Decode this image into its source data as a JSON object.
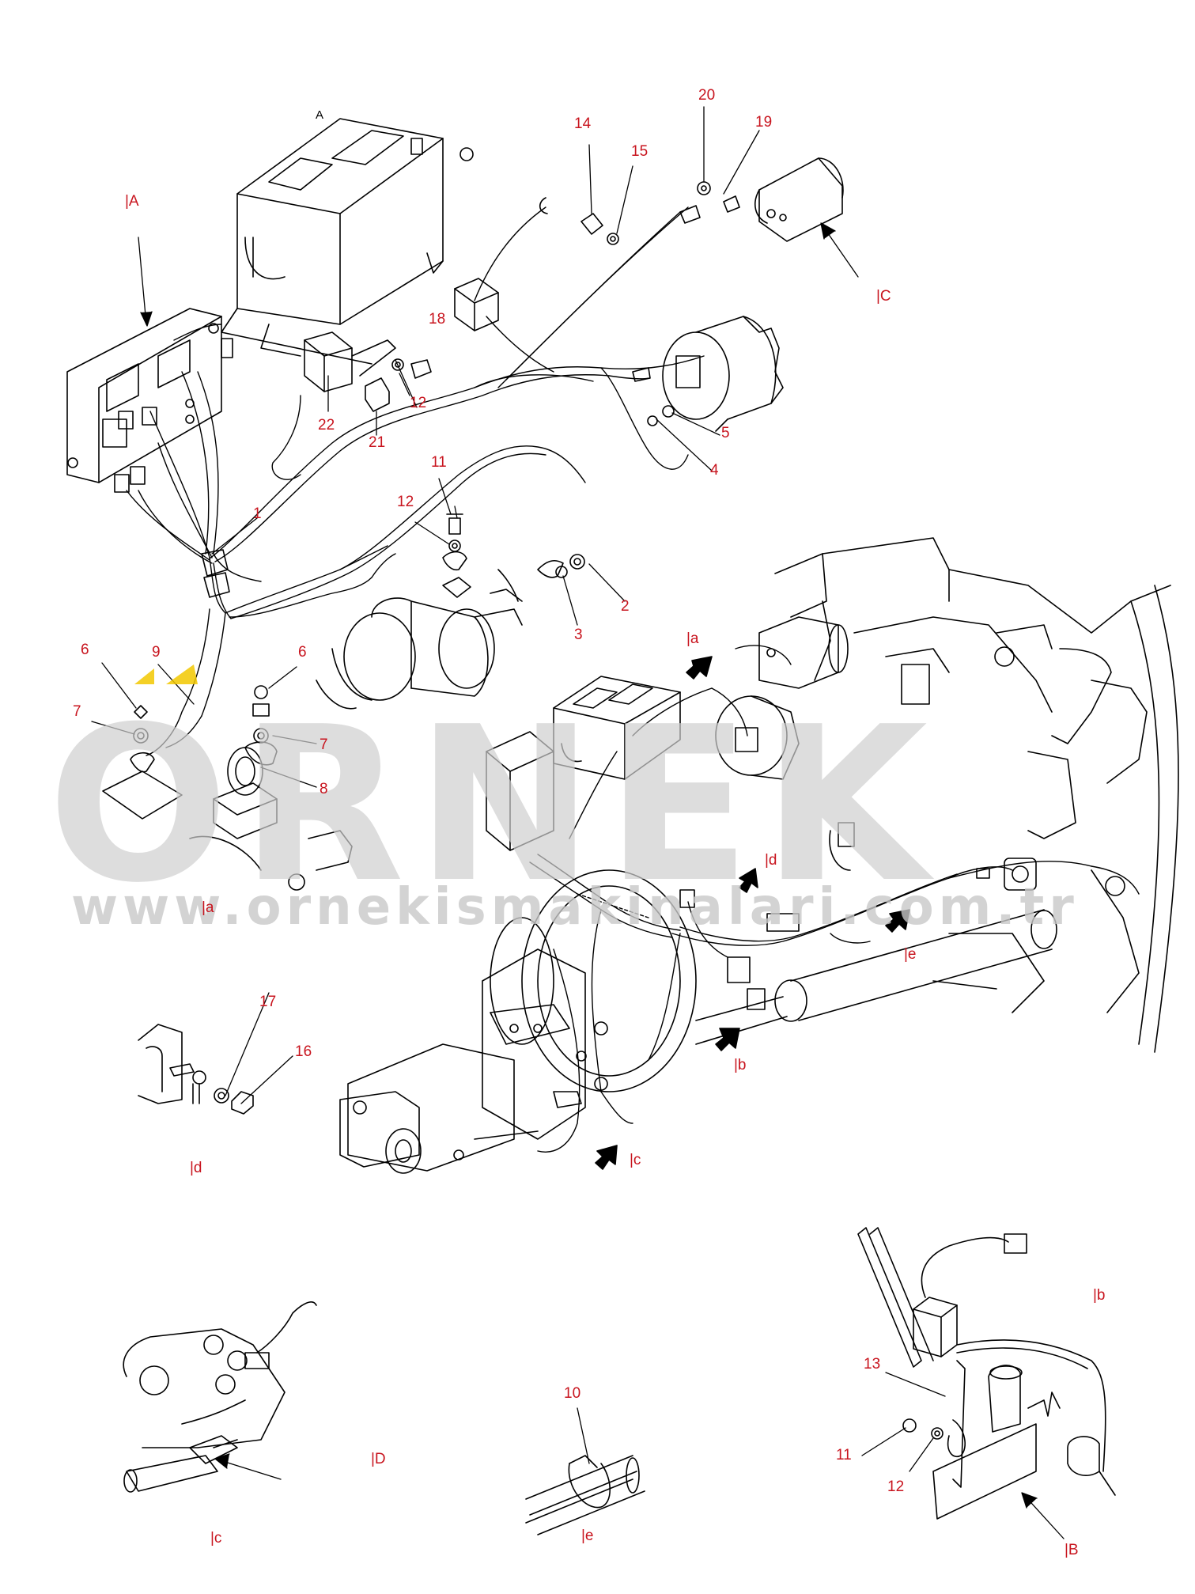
{
  "diagram": {
    "callouts": [
      {
        "id": "c1",
        "text": "1"
      },
      {
        "id": "c2",
        "text": "2"
      },
      {
        "id": "c3",
        "text": "3"
      },
      {
        "id": "c4",
        "text": "4"
      },
      {
        "id": "c5",
        "text": "5"
      },
      {
        "id": "c6a",
        "text": "6"
      },
      {
        "id": "c6b",
        "text": "6"
      },
      {
        "id": "c7a",
        "text": "7"
      },
      {
        "id": "c7b",
        "text": "7"
      },
      {
        "id": "c8",
        "text": "8"
      },
      {
        "id": "c9",
        "text": "9"
      },
      {
        "id": "c10",
        "text": "10"
      },
      {
        "id": "c11a",
        "text": "11"
      },
      {
        "id": "c11b",
        "text": "11"
      },
      {
        "id": "c12a",
        "text": "12"
      },
      {
        "id": "c12b",
        "text": "12"
      },
      {
        "id": "c12c",
        "text": "12"
      },
      {
        "id": "c13",
        "text": "13"
      },
      {
        "id": "c14",
        "text": "14"
      },
      {
        "id": "c15",
        "text": "15"
      },
      {
        "id": "c16",
        "text": "16"
      },
      {
        "id": "c17",
        "text": "17"
      },
      {
        "id": "c18",
        "text": "18"
      },
      {
        "id": "c19",
        "text": "19"
      },
      {
        "id": "c20",
        "text": "20"
      },
      {
        "id": "c21",
        "text": "21"
      },
      {
        "id": "c22",
        "text": "22"
      }
    ],
    "views": [
      {
        "id": "vA",
        "text": "|A"
      },
      {
        "id": "vA2",
        "text": "A"
      },
      {
        "id": "vC",
        "text": "|C"
      },
      {
        "id": "va",
        "text": "|a"
      },
      {
        "id": "va2",
        "text": "|a"
      },
      {
        "id": "vd",
        "text": "|d"
      },
      {
        "id": "vd2",
        "text": "|d"
      },
      {
        "id": "ve",
        "text": "|e"
      },
      {
        "id": "ve2",
        "text": "|e"
      },
      {
        "id": "vb",
        "text": "|b"
      },
      {
        "id": "vb2",
        "text": "|b"
      },
      {
        "id": "vc",
        "text": "|c"
      },
      {
        "id": "vc2",
        "text": "|c"
      },
      {
        "id": "vD",
        "text": "|D"
      },
      {
        "id": "vB",
        "text": "|B"
      }
    ],
    "watermark": {
      "logo": "ORNEK",
      "url": "www.ornekismakinalari.com.tr"
    },
    "colors": {
      "label": "#c8141e",
      "line": "#000000",
      "watermark": "#c9c9c9",
      "watermark_accent": "#f2c800"
    }
  }
}
